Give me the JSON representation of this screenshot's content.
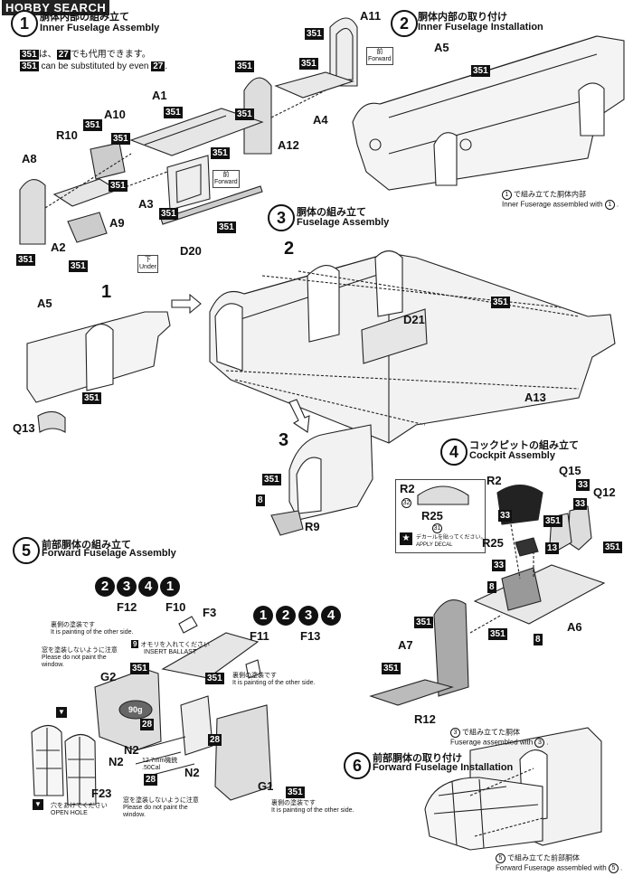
{
  "watermark": "HOBBY SEARCH",
  "steps": [
    {
      "num": "1",
      "jp": "胴体内部の組み立て",
      "en": "Inner Fuselage Assembly"
    },
    {
      "num": "2",
      "jp": "胴体内部の取り付け",
      "en": "Inner Fuselage Installation"
    },
    {
      "num": "3",
      "jp": "胴体の組み立て",
      "en": "Fuselage Assembly"
    },
    {
      "num": "4",
      "jp": "コックピットの組み立て",
      "en": "Cockpit Assembly"
    },
    {
      "num": "5",
      "jp": "前部胴体の組み立て",
      "en": "Forward Fuselage Assembly"
    },
    {
      "num": "6",
      "jp": "前部胴体の取り付け",
      "en": "Forward Fuselage Installation"
    }
  ],
  "step1": {
    "sub_jp_a": "351",
    "sub_jp_b": "は、",
    "sub_jp_c": "27",
    "sub_jp_d": "でも代用できます。",
    "sub_en_a": "351",
    "sub_en_b": "can be substituted by even",
    "sub_en_c": "27",
    "sub_en_d": ".",
    "parts": {
      "a11": "A11",
      "a10": "A10",
      "r10": "R10",
      "a1": "A1",
      "a8": "A8",
      "a4": "A4",
      "a12": "A12",
      "a3": "A3",
      "a9": "A9",
      "a2": "A2",
      "d20": "D20"
    },
    "forward_jp": "前",
    "forward_en": "Forward",
    "forward2_jp": "前",
    "forward2_en": "Forward",
    "under_jp": "下",
    "under_en": "Under"
  },
  "step2": {
    "part_a5": "A5",
    "ref_num": "1",
    "ref_jp": "で組み立てた胴体内部",
    "ref_en": "Inner Fuserage assembled with",
    "ref_end": "."
  },
  "step3": {
    "parts": {
      "a5": "A5",
      "q13": "Q13",
      "d21": "D21",
      "a13": "A13",
      "r9": "R9"
    },
    "sub1": "1",
    "sub2": "2",
    "sub3": "3"
  },
  "step4": {
    "parts": {
      "r2a": "R2",
      "r2b": "R2",
      "r25a": "R25",
      "r25b": "R25",
      "q15": "Q15",
      "q12": "Q12",
      "a6": "A6",
      "a7": "A7",
      "r12": "R12"
    },
    "decal_jp": "デカールを貼ってください。",
    "decal_en": "APPLY DECAL",
    "decal_32": "32",
    "decal_31": "31"
  },
  "step5": {
    "seq1": [
      "2",
      "3",
      "4",
      "1"
    ],
    "seq2": [
      "1",
      "2",
      "3",
      "4"
    ],
    "parts": {
      "f12": "F12",
      "f10": "F10",
      "f3": "F3",
      "f11": "F11",
      "f13": "F13",
      "g2": "G2",
      "n2a": "N2",
      "n2b": "N2",
      "n2c": "N2",
      "f23": "F23",
      "g1": "G1",
      "weight": "90g"
    },
    "paint_other_jp_1": "裏側の塗装です",
    "paint_other_en_1": "It is painting of the other side.",
    "paint_other_jp_2": "裏側の塗装です",
    "paint_other_en_2": "It is painting of the other side.",
    "paint_other_jp_3": "裏側の塗装です",
    "paint_other_en_3": "It is painting of the other side.",
    "window_jp_1": "窓を塗装しないように注意",
    "window_en_1a": "Please do not paint the",
    "window_en_1b": "window.",
    "window_jp_2": "窓を塗装しないように注意",
    "window_en_2a": "Please do not paint the",
    "window_en_2b": "window.",
    "ballast_jp": "オモリを入れてください",
    "ballast_en": "INSERT BALLAST",
    "ballast_num": "9",
    "gun_jp": "12.7mm機銃",
    "gun_en": ".50Cal",
    "hole_jp": "穴をあけてください",
    "hole_en": "OPEN HOLE"
  },
  "step6": {
    "ref1_num": "3",
    "ref1_jp": "で組み立てた胴体",
    "ref1_en": "Fuserage assembled with",
    "ref2_num": "5",
    "ref2_jp": "で組み立てた前部胴体",
    "ref2_en": "Forward Fuserage assembled with"
  },
  "badges": {
    "b351": "351",
    "b8": "8",
    "b13": "13",
    "b28": "28",
    "b33": "33"
  }
}
